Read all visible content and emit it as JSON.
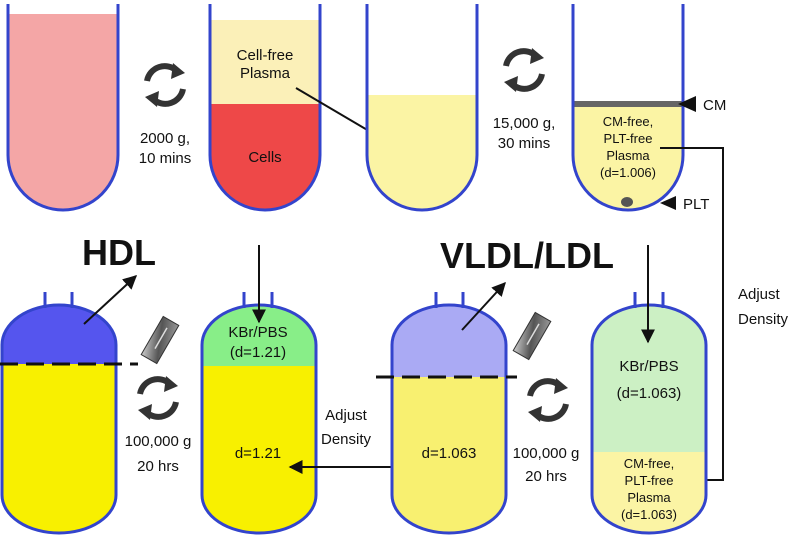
{
  "colors": {
    "whole_blood": "#f4a6a6",
    "plasma_light": "#fbf0b8",
    "cells": "#ee4848",
    "plasma": "#fbf4a4",
    "hdl_layer": "#5555ee",
    "ldl_layer": "#aaaaf4",
    "kbr": "#ccf0c4",
    "kbr_d121": "#88ee88",
    "yellow": "#f8f000",
    "yellow_pale": "#f8f070",
    "tube_outline": "#3344cc",
    "cm_band": "#666666"
  },
  "top_row": {
    "step1": {
      "speed": "2000 g,",
      "time": "10 mins"
    },
    "tube2": {
      "top_label_1": "Cell-free",
      "top_label_2": "Plasma",
      "bottom_label": "Cells"
    },
    "step2": {
      "speed": "15,000 g,",
      "time": "30 mins"
    },
    "tube4": {
      "line1": "CM-free,",
      "line2": "PLT-free",
      "line3": "Plasma",
      "line4": "(d=1.006)",
      "cm_label": "CM",
      "plt_label": "PLT"
    }
  },
  "side_label": {
    "line1": "Adjust",
    "line2": "Density"
  },
  "bottom_row": {
    "hdl_title": "HDL",
    "vldl_title": "VLDL/LDL",
    "tube_hdl_kbr": {
      "line1": "KBr/PBS",
      "line2": "(d=1.21)",
      "body": "d=1.21"
    },
    "tube_ldl": {
      "body": "d=1.063"
    },
    "tube_ldl_kbr": {
      "line1": "KBr/PBS",
      "line2": "(d=1.063)",
      "bottom1": "CM-free,",
      "bottom2": "PLT-free",
      "bottom3": "Plasma",
      "bottom4": "(d=1.063)"
    },
    "step_hdl": {
      "speed": "100,000 g",
      "time": "20 hrs"
    },
    "step_ldl": {
      "speed": "100,000 g",
      "time": "20 hrs"
    },
    "adjust": {
      "line1": "Adjust",
      "line2": "Density"
    }
  },
  "icons": [
    "centrifuge-cycle-icon",
    "pipette-icon"
  ]
}
